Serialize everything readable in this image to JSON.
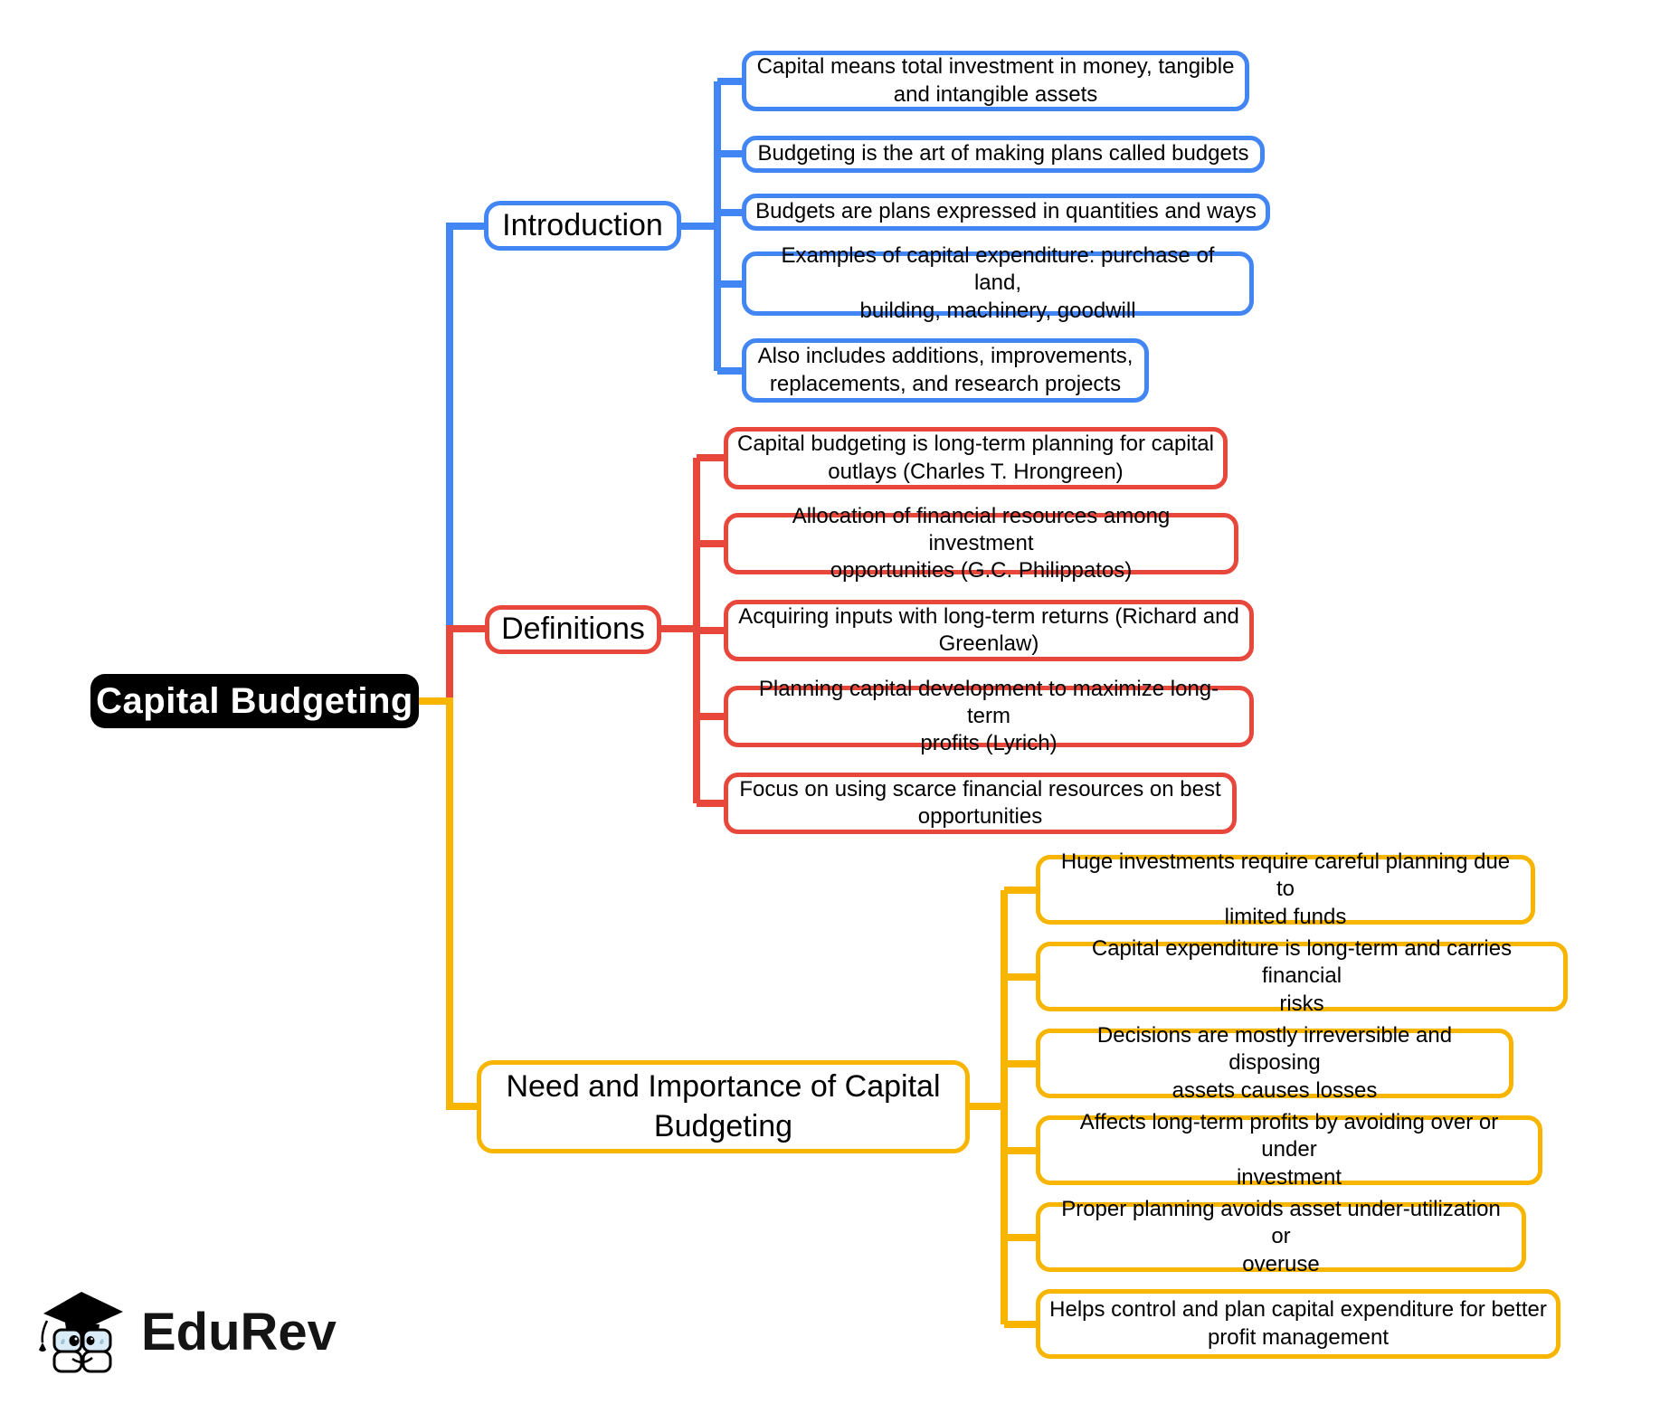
{
  "root": {
    "label": "Capital Budgeting"
  },
  "branches": [
    {
      "label": "Introduction",
      "color": "#4285F4",
      "leaves": [
        "Capital means total investment in money, tangible\nand intangible assets",
        "Budgeting is the art of making plans called budgets",
        "Budgets are plans expressed in quantities and ways",
        "Examples of capital expenditure: purchase of land,\nbuilding, machinery, goodwill",
        "Also includes additions, improvements,\nreplacements, and research projects"
      ]
    },
    {
      "label": "Definitions",
      "color": "#E8483B",
      "leaves": [
        "Capital budgeting is long-term planning for capital\noutlays (Charles T. Hrongreen)",
        "Allocation of financial resources among investment\nopportunities (G.C. Philippatos)",
        "Acquiring inputs with long-term returns (Richard and\nGreenlaw)",
        "Planning capital development to maximize long-term\nprofits (Lyrich)",
        "Focus on using scarce financial resources on best\nopportunities"
      ]
    },
    {
      "label": "Need and Importance of Capital\nBudgeting",
      "color": "#F7B500",
      "leaves": [
        "Huge investments require careful planning due to\nlimited funds",
        "Capital expenditure is long-term and carries financial\nrisks",
        "Decisions are mostly irreversible and disposing\nassets causes losses",
        "Affects long-term profits by avoiding over or under\ninvestment",
        "Proper planning avoids asset under-utilization or\noveruse",
        "Helps control and plan capital expenditure for better\nprofit management"
      ]
    }
  ],
  "footer": {
    "brand": "EduRev"
  },
  "colors": {
    "branch_blue": "#4285F4",
    "branch_red": "#E8483B",
    "branch_yellow": "#F7B500",
    "root_background": "#000000",
    "root_text": "#ffffff"
  }
}
